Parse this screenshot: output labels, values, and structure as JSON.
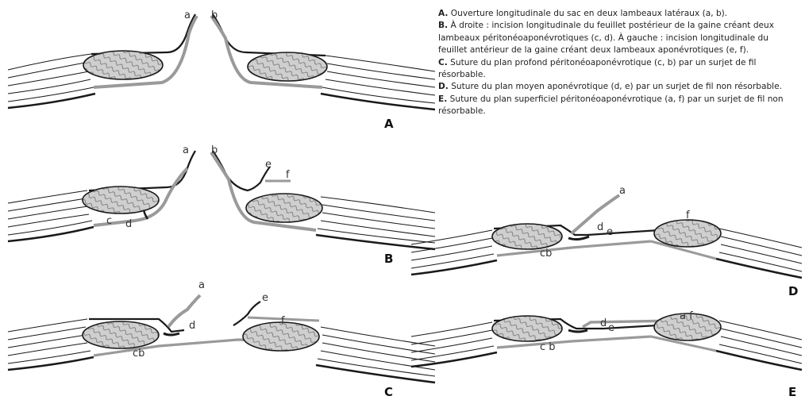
{
  "legend": [
    {
      "key": "A.",
      "text": " Ouverture longitudinale du sac en deux lambeaux latéraux (a, b)."
    },
    {
      "key": "B.",
      "text": " À droite : incision longitudinale du feuillet postérieur de la gaine créant deux lambeaux péritonéoaponévrotiques (c, d). À gauche : incision longitudinale du feuillet antérieur de la gaine créant deux lambeaux aponévrotiques (e, f)."
    },
    {
      "key": "C.",
      "text": " Suture du plan profond péritonéoaponévrotique (c, b) par un surjet de fil résorbable."
    },
    {
      "key": "D.",
      "text": " Suture du plan moyen aponévrotique (d, e) par un surjet de fil non résorbable."
    },
    {
      "key": "E.",
      "text": " Suture du plan superficiel péritonéoaponévrotique (a, f) par un surjet de fil non résorbable."
    }
  ],
  "panels": {
    "A": {
      "label": "A",
      "flaps": [
        "a",
        "b"
      ]
    },
    "B": {
      "label": "B",
      "flaps": [
        "a",
        "b",
        "c",
        "d",
        "e",
        "f"
      ]
    },
    "C": {
      "label": "C",
      "flaps": [
        "a",
        "d",
        "cb",
        "e",
        "f"
      ]
    },
    "D": {
      "label": "D",
      "flaps": [
        "a",
        "d",
        "e",
        "f",
        "cb"
      ]
    },
    "E": {
      "label": "E",
      "flaps": [
        "a f",
        "d",
        "e",
        "c b"
      ]
    }
  },
  "colors": {
    "ink": "#1a1a1a",
    "tissue": "#bdbdbd",
    "muscle": "#c9c9c9",
    "fiber": "#8a8a8a"
  }
}
